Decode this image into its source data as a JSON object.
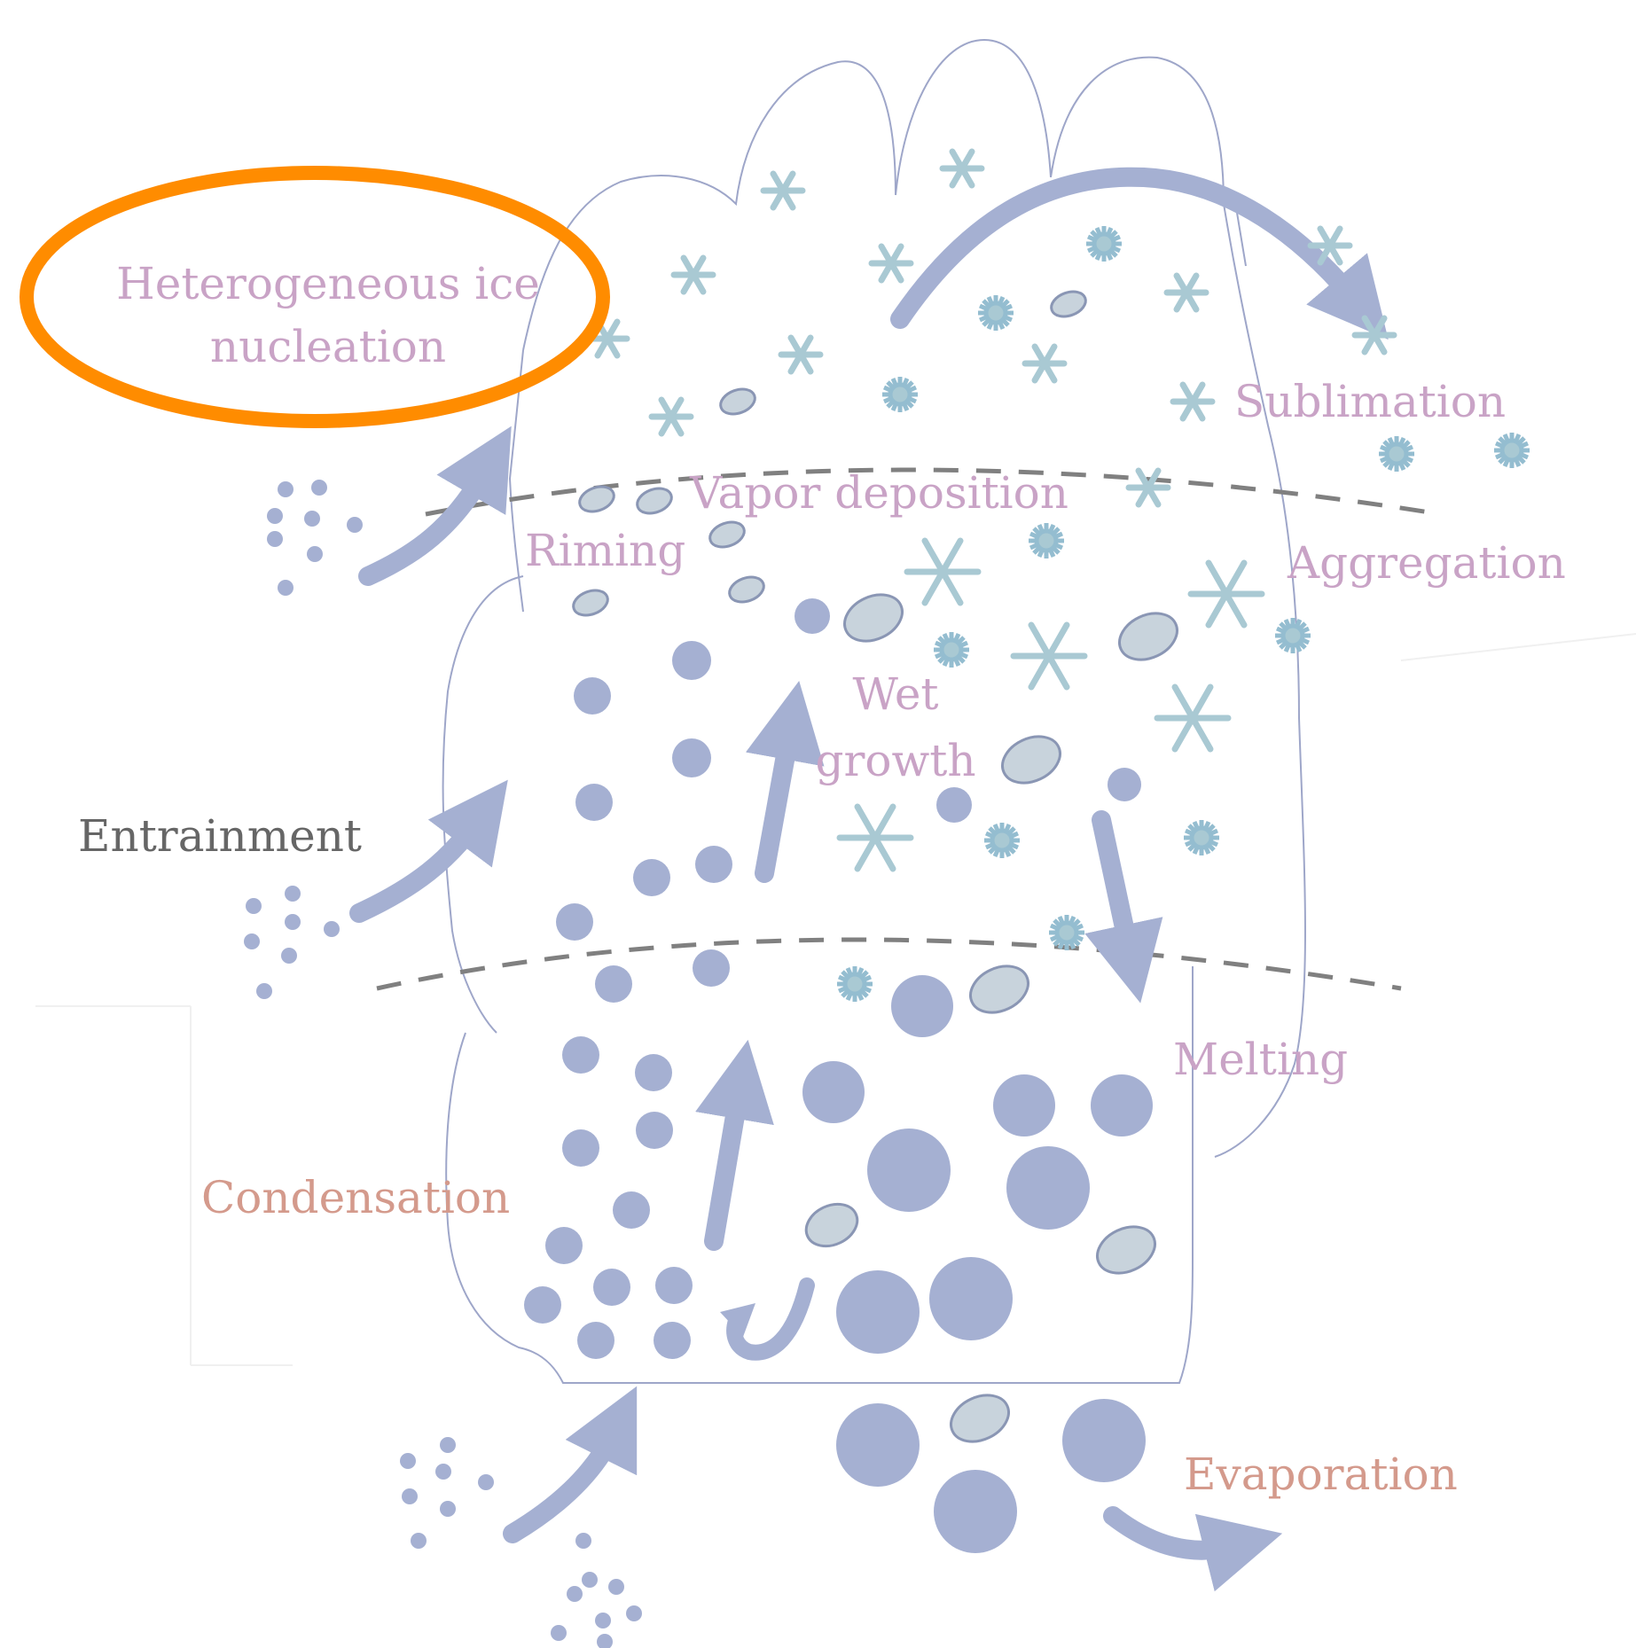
{
  "labels": {
    "heterogeneous_line1": "Heterogeneous ice",
    "heterogeneous_line2": "nucleation",
    "sublimation": "Sublimation",
    "vapor_deposition": "Vapor deposition",
    "riming": "Riming",
    "aggregation": "Aggregation",
    "wet_line1": "Wet",
    "wet_line2": "growth",
    "entrainment": "Entrainment",
    "melting": "Melting",
    "condensation": "Condensation",
    "evaporation": "Evaporation"
  },
  "colors": {
    "process_label": "#c9a3c6",
    "warm_label": "#d49a8c",
    "entrainment_label": "#666666",
    "arrow": "#a5b0d2",
    "droplet": "#a5b0d2",
    "ice_crystal": "#a9c9d3",
    "graupel_fill": "#c8d3dc",
    "graupel_stroke": "#8a96b4",
    "cloud_outline": "#9ea6c9",
    "dashed_line": "#808080",
    "highlight_ellipse": "#ff8c00"
  },
  "icons": [
    "droplet-icon",
    "ice-crystal-icon",
    "snowflake-icon",
    "graupel-icon",
    "arrow-icon",
    "highlight-ellipse-icon"
  ]
}
